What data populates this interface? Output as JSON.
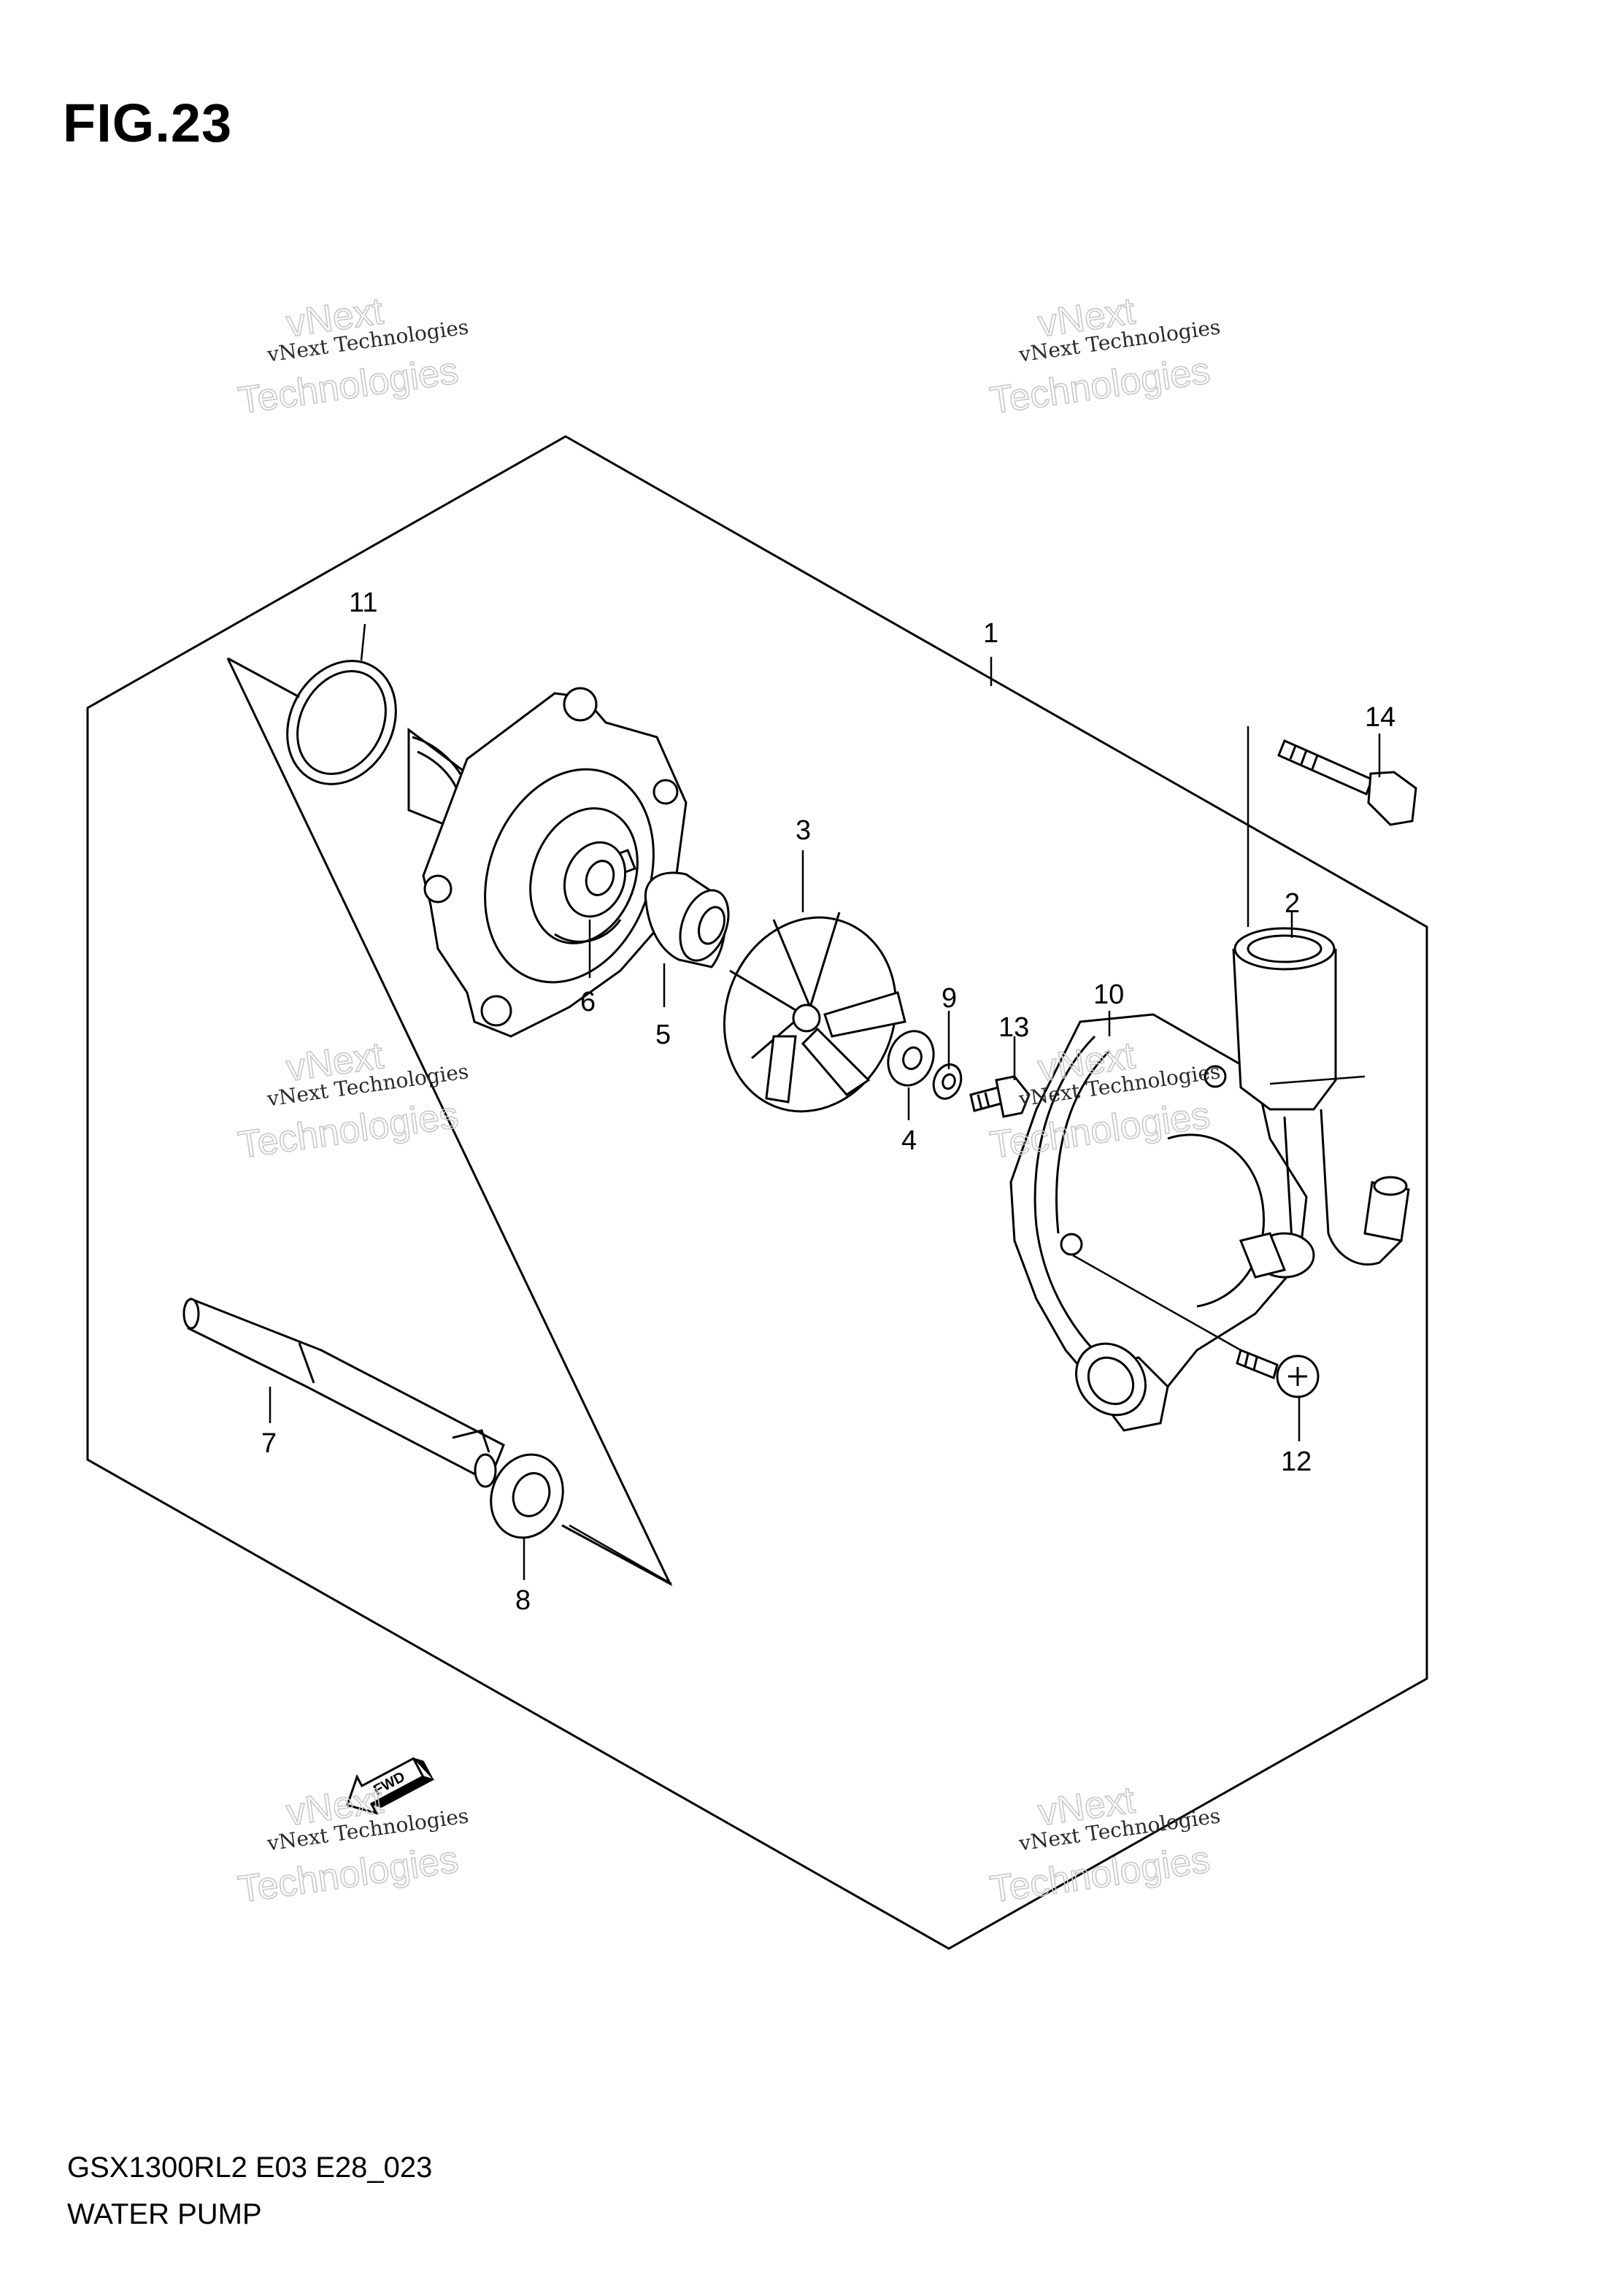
{
  "figure": {
    "title": "FIG.23",
    "code": "GSX1300RL2 E03 E28_023",
    "name": "WATER PUMP"
  },
  "callouts": [
    "1",
    "2",
    "3",
    "4",
    "5",
    "6",
    "7",
    "8",
    "9",
    "10",
    "11",
    "12",
    "13",
    "14"
  ],
  "direction_marker": "FWD",
  "watermark": {
    "line1": "vNext Technologies",
    "line2": "vNext",
    "line3": "Technologies"
  }
}
